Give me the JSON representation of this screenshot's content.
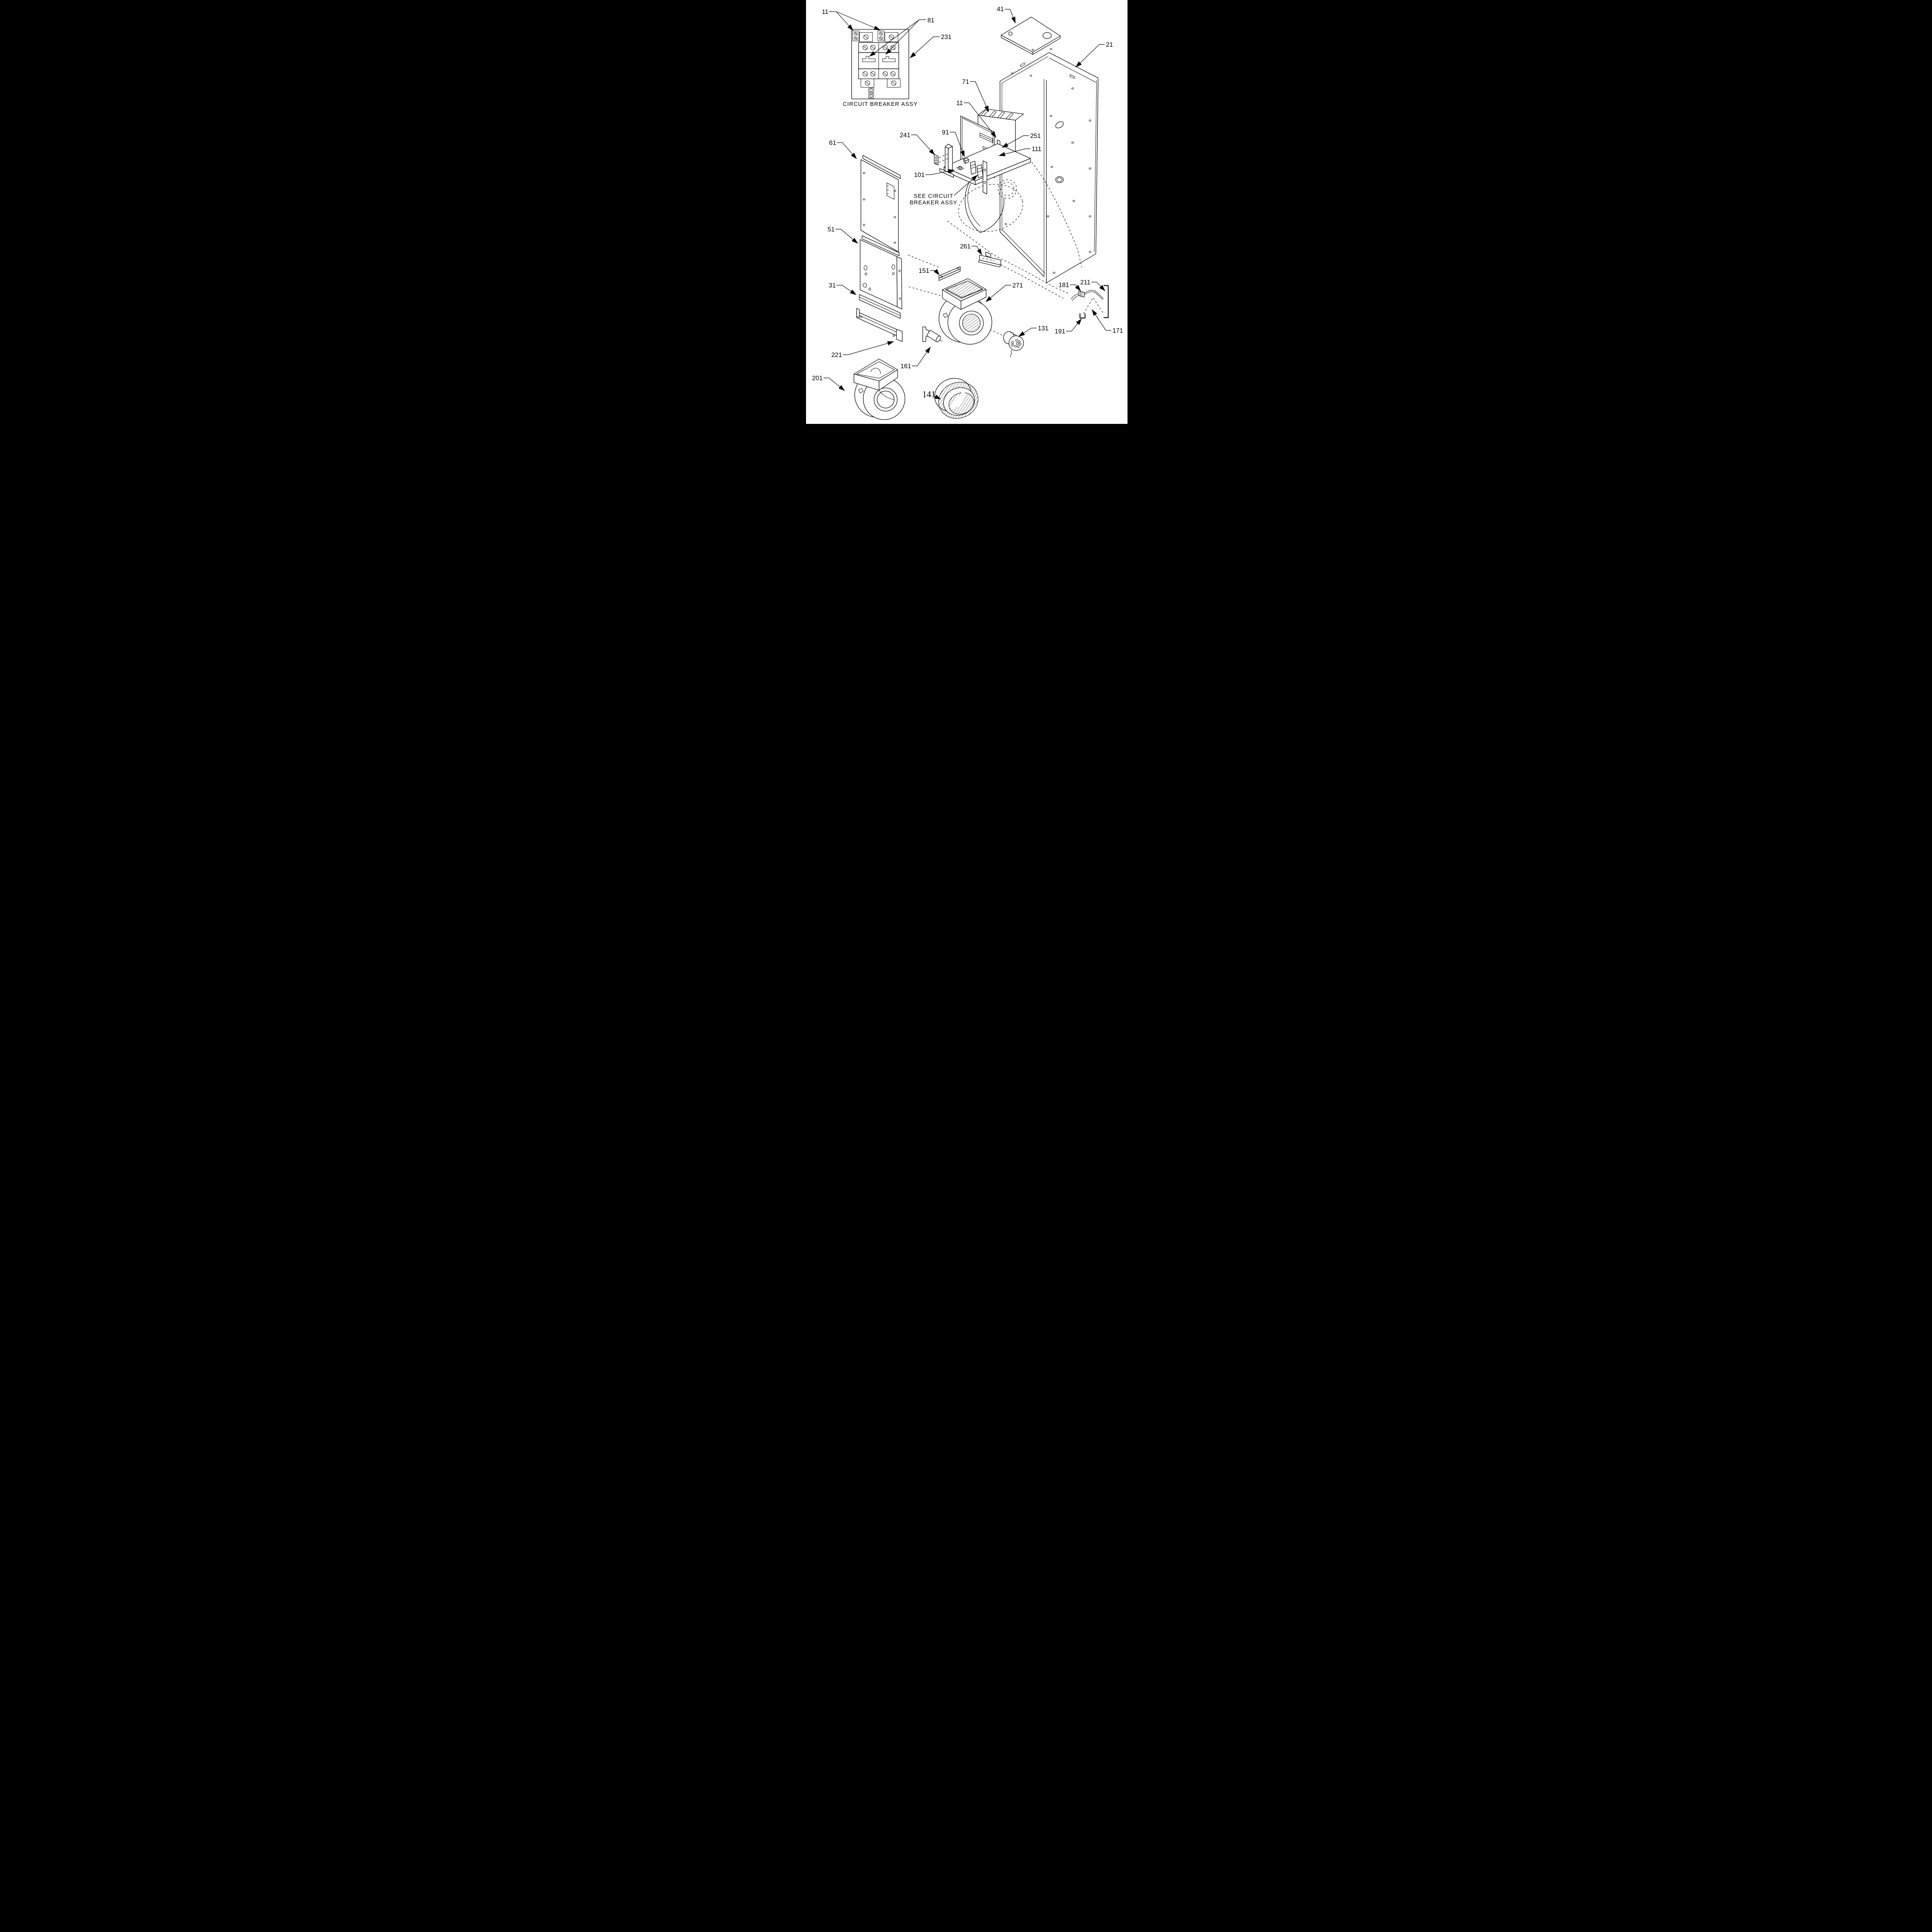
{
  "colors": {
    "canvas_band": "#000000",
    "page": "#ffffff",
    "line_art": "#000000"
  },
  "diagram": {
    "type": "exploded-parts-diagram",
    "inset_caption": "CIRCUIT BREAKER ASSY",
    "see_note": {
      "line1": "SEE CIRCUIT",
      "line2": "BREAKER ASSY"
    },
    "callouts": {
      "breaker_terminals_11": "11",
      "breaker_windows_81": "81",
      "breaker_panel_231": "231",
      "top_panel_41": "41",
      "cabinet_21": "21",
      "heater_71": "71",
      "heater_clip_11": "11",
      "bracket_241": "241",
      "block_91": "91",
      "clip_251": "251",
      "block_111": "111",
      "screw_101": "101",
      "upper_door_61": "61",
      "lower_door_51": "51",
      "rail_31": "31",
      "channel_221": "221",
      "blower_housing_201": "201",
      "blower_wheel_141": "141",
      "rail_151": "151",
      "blower_271": "271",
      "motor_131": "131",
      "capacitor_161": "161",
      "plug_181": "181",
      "bracket_211": "211",
      "bracket_191": "191",
      "wires_171": "171",
      "bracket_261": "261"
    }
  }
}
